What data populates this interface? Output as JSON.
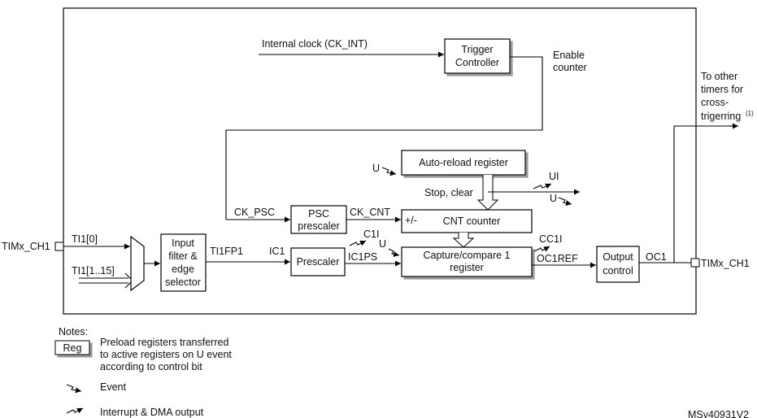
{
  "blocks": {
    "trigger_controller": [
      "Trigger",
      "Controller"
    ],
    "auto_reload": "Auto-reload register",
    "psc_prescaler": [
      "PSC",
      "prescaler"
    ],
    "cnt_counter": "CNT counter",
    "input_filter": [
      "Input",
      "filter &",
      "edge",
      "selector"
    ],
    "prescaler": "Prescaler",
    "capture_compare": [
      "Capture/compare 1",
      "register"
    ],
    "output_control": [
      "Output",
      "control"
    ]
  },
  "signals": {
    "internal_clock": "Internal clock (CK_INT)",
    "enable_counter": [
      "Enable",
      "counter"
    ],
    "to_other_timers": [
      "To other",
      "timers for",
      "cross-",
      "trigerring"
    ],
    "footnote_mark": "(1)",
    "u_autoreload": "U",
    "stop_clear": "Stop, clear",
    "ui": "UI",
    "u_out": "U",
    "ck_psc": "CK_PSC",
    "ck_cnt": "CK_CNT",
    "plus_minus": "+/-",
    "timx_ch1_in": "TIMx_CH1",
    "ti1_0": "TI1[0]",
    "ti1_1_15": "TI1[1..15]",
    "ti1fp1": "TI1FP1",
    "ic1": "IC1",
    "c1i": "C1I",
    "u_ic": "U",
    "ic1ps": "IC1PS",
    "cc1i": "CC1I",
    "oc1ref": "OC1REF",
    "oc1": "OC1",
    "timx_ch1_out": "TIMx_CH1"
  },
  "notes": {
    "title": "Notes:",
    "reg_label": "Reg",
    "reg_text": [
      "Preload registers transferred",
      "to active registers on U event",
      "according to control bit"
    ],
    "event_text": "Event",
    "interrupt_text": "Interrupt & DMA output"
  },
  "figure_id": "MSv40931V2"
}
